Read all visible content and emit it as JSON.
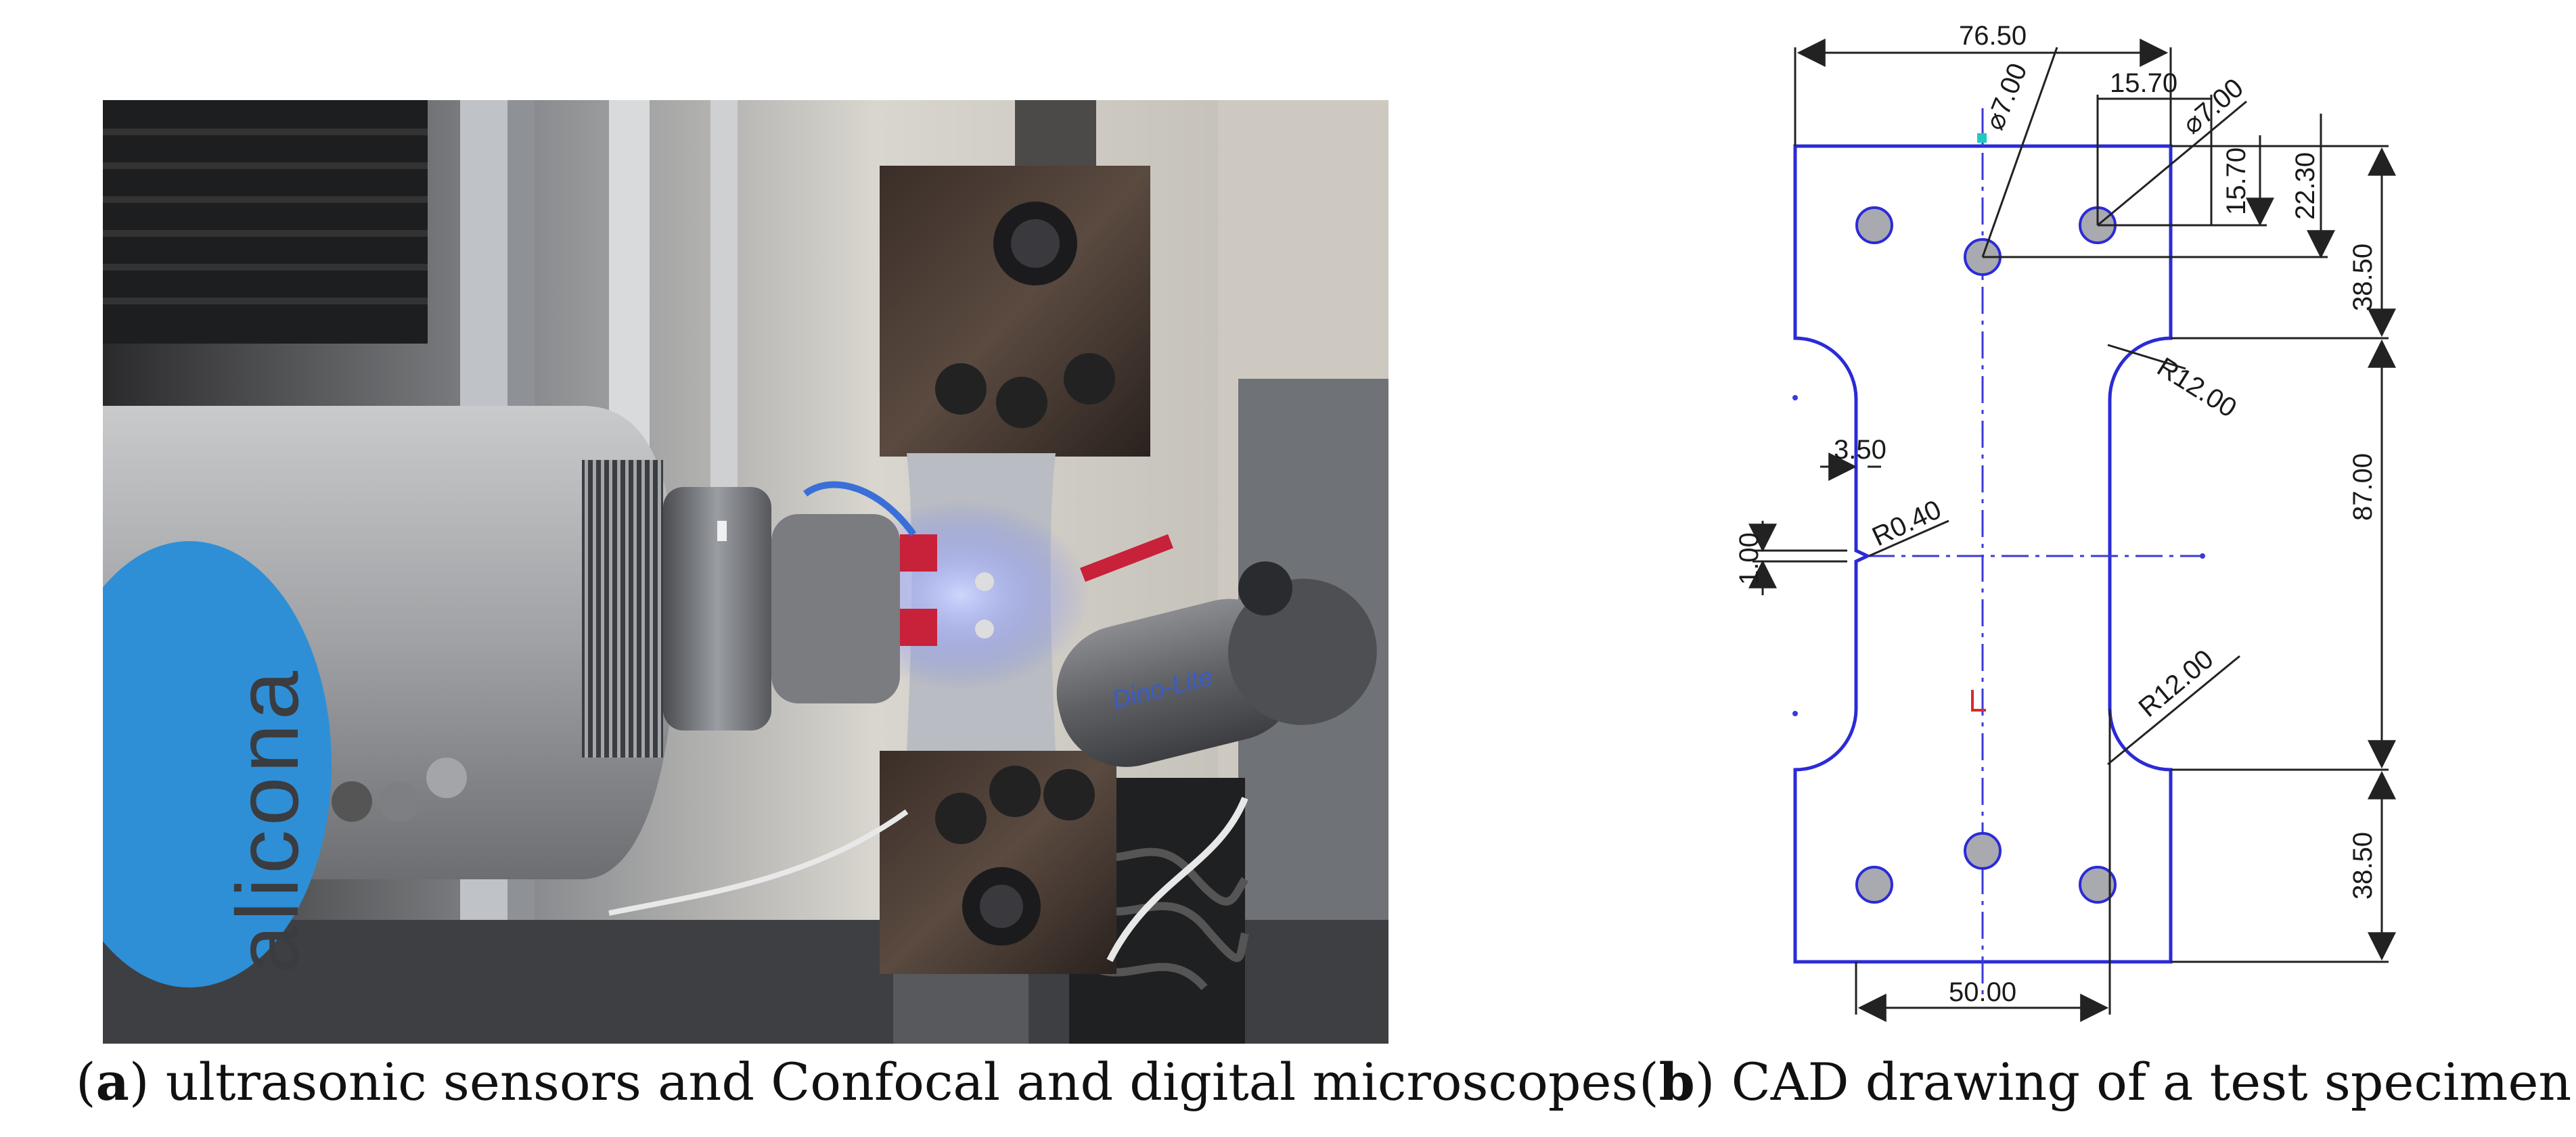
{
  "panel_a": {
    "caption_letter": "a",
    "caption_text": "ultrasonic sensors and Confocal and digital microscopes",
    "brand_text": "alicona",
    "microscope_brand": "Dino-Lite"
  },
  "panel_b": {
    "caption_letter": "b",
    "caption_text": "CAD drawing of a test specimen.",
    "dimensions": {
      "overall_width": "76.50",
      "hole_diameter_center": "⌀7.00",
      "hole_diameter_right": "⌀7.00",
      "hole_spacing": "15.70",
      "hole_vertical_offset": "15.70",
      "hole_row_offset": "22.30",
      "upper_grip_height": "38.50",
      "fillet_upper": "R12.00",
      "gauge_length": "87.00",
      "notch_depth": "3.50",
      "notch_radius": "R0.40",
      "notch_width": "1.00",
      "fillet_lower": "R12.00",
      "lower_grip_height": "38.50",
      "gauge_width": "50.00"
    },
    "colors": {
      "outline": "#2b2bd6",
      "holes": "#a9a9b0",
      "centerline": "#3a3ad8"
    }
  }
}
